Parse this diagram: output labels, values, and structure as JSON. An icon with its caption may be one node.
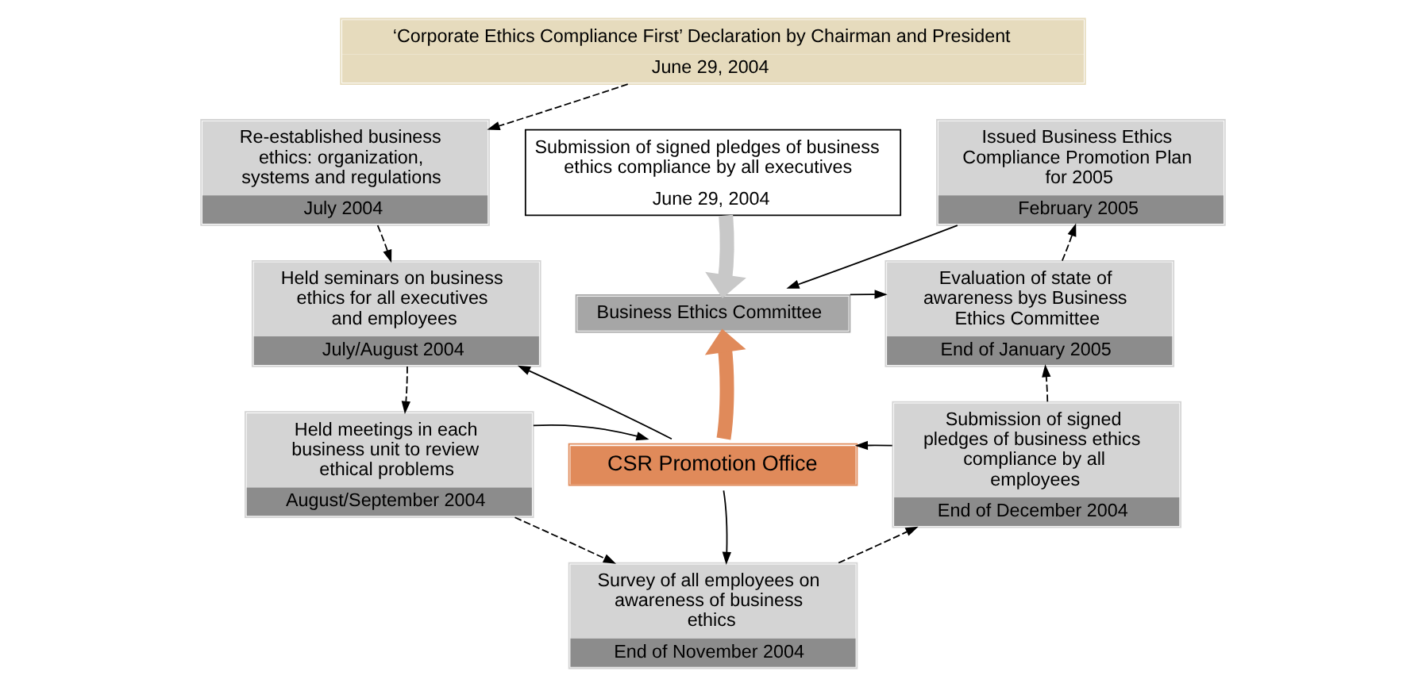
{
  "diagram": {
    "nodes": [
      {
        "text": [
          "‘Corporate Ethics Compliance First’ Declaration by Chairman and President",
          "June 29, 2004"
        ]
      },
      {
        "text": [
          "Re-established business ethics: organization, systems and regulations",
          "July 2004"
        ]
      },
      {
        "text": [
          "Submission of signed pledges of business ethics compliance by all executives",
          "June 29, 2004"
        ]
      },
      {
        "text": [
          "Issued Business Ethics Compliance Promotion Plan for 2005",
          "February 2005"
        ]
      },
      {
        "text": [
          "Business Ethics Committee"
        ]
      },
      {
        "text": [
          "Held seminars on business ethics for all executives and employees",
          "July/August 2004"
        ]
      },
      {
        "text": [
          "Evaluation of state of awareness bys Business Ethics Committee",
          "End of January 2005"
        ]
      },
      {
        "text": [
          "CSR Promotion Office"
        ]
      },
      {
        "text": [
          "Held meetings in each business unit to review ethical problems",
          "August/September 2004"
        ]
      },
      {
        "text": [
          "Submission of signed pledges of business ethics compliance by all employees",
          "End of December 2004"
        ]
      },
      {
        "text": [
          "Survey of all employees on awareness of business ethics",
          "End of November 2004"
        ]
      }
    ],
    "edges": [
      {
        "from": 0,
        "to": 1,
        "arrow": "to",
        "style": "dashed"
      },
      {
        "from": 1,
        "to": 5,
        "arrow": "to",
        "style": "dashed"
      },
      {
        "from": 5,
        "to": 8,
        "arrow": "to",
        "style": "dashed"
      },
      {
        "from": 8,
        "to": 10,
        "arrow": "to",
        "style": "dashed"
      },
      {
        "from": 10,
        "to": 9,
        "arrow": "to",
        "style": "dashed"
      },
      {
        "from": 9,
        "to": 6,
        "arrow": "to",
        "style": "dashed"
      },
      {
        "from": 6,
        "to": 3,
        "arrow": "to",
        "style": "dashed"
      },
      {
        "from": 2,
        "to": 4,
        "arrow": "to",
        "style": "thick",
        "color": "#c8c8c8"
      },
      {
        "from": 7,
        "to": 4,
        "arrow": "to",
        "style": "thick",
        "color": "#e08a5a"
      },
      {
        "from": 3,
        "to": 4,
        "arrow": "to"
      },
      {
        "from": 4,
        "to": 6,
        "arrow": "to"
      },
      {
        "from": 7,
        "to": 5,
        "arrow": "to"
      },
      {
        "from": 8,
        "to": 7,
        "arrow": "to"
      },
      {
        "from": 9,
        "to": 7,
        "arrow": "to"
      },
      {
        "from": 7,
        "to": 10,
        "arrow": "to"
      }
    ]
  }
}
